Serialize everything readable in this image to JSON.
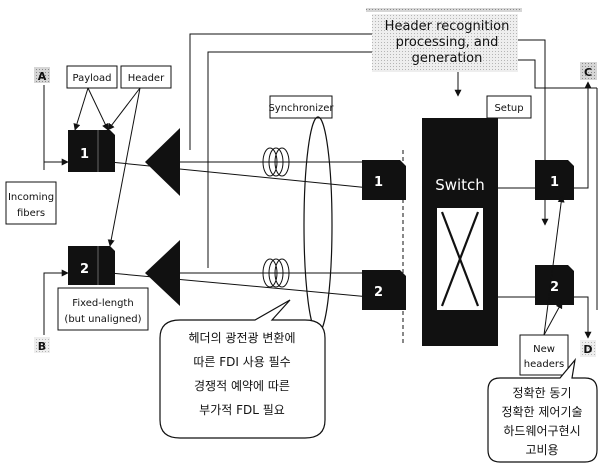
{
  "ports": {
    "a": "A",
    "b": "B",
    "c": "C",
    "d": "D"
  },
  "labels": {
    "payload": "Payload",
    "header": "Header",
    "incoming_fibers": [
      "Incoming",
      "fibers"
    ],
    "fixed_length": [
      "Fixed-length",
      "(but unaligned)"
    ],
    "synchronizer": "Synchronizer",
    "header_recognition": [
      "Header recognition",
      "processing, and",
      "generation"
    ],
    "setup": "Setup",
    "switch": "Switch",
    "new_headers": [
      "New",
      "headers"
    ]
  },
  "packets": {
    "in_1": "1",
    "in_2": "2",
    "sync_1": "1",
    "sync_2": "2",
    "out_1": "1",
    "out_2": "2"
  },
  "callouts": {
    "sync_note": [
      "헤더의 광전광 변환에",
      "따른 FDI 사용 필수",
      "경쟁적 예약에 따른",
      "부가적 FDL 필요"
    ],
    "control_note": [
      "정확한 동기",
      "정확한 제어기술",
      "하드웨어구현시",
      "고비용"
    ]
  }
}
